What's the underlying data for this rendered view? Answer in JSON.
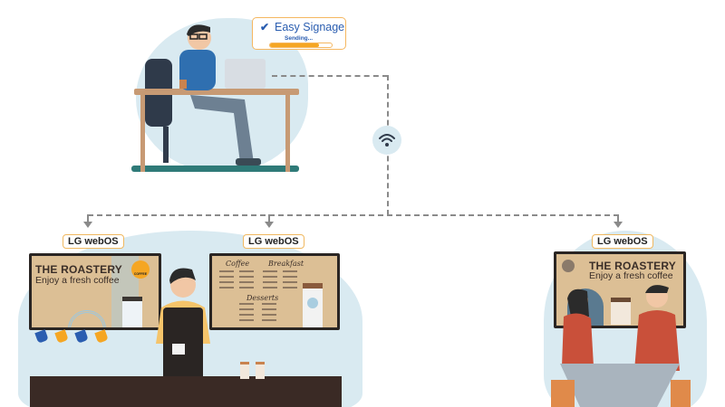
{
  "app": {
    "name": "Easy Signage",
    "status": "Sending...",
    "progress": 0.8
  },
  "colors": {
    "accent": "#f5a623",
    "brand_blue": "#2a5db0",
    "blob": "#d9eaf1",
    "tv_bg": "#dcbf95",
    "counter": "#3a2a25"
  },
  "network": {
    "icon": "wifi-icon"
  },
  "displays": [
    {
      "label": "LG webOS",
      "title": "THE ROASTERY",
      "subtitle": "Enjoy a fresh coffee",
      "logo": "COFFEE"
    },
    {
      "label": "LG webOS",
      "menu": [
        "Coffee",
        "Breakfast",
        "Desserts"
      ]
    },
    {
      "label": "LG webOS",
      "title": "THE ROASTERY",
      "subtitle": "Enjoy a fresh coffee"
    }
  ]
}
